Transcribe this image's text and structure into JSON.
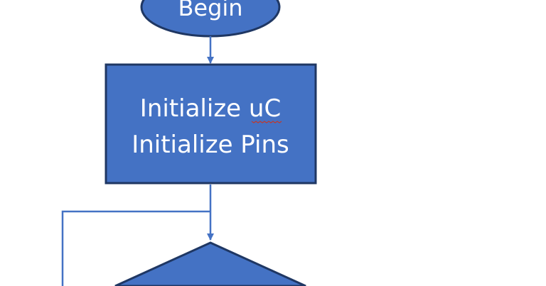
{
  "flowchart": {
    "start_label": "Begin",
    "init_lines": [
      "Initialize uC",
      "Initialize Pins"
    ],
    "decision_label": ""
  },
  "colors": {
    "background": "#ffffff",
    "shape_fill": "#4472c4",
    "shape_border": "#1f3763",
    "connector": "#4472c4",
    "spellcheck_underline": "#c0392b"
  }
}
